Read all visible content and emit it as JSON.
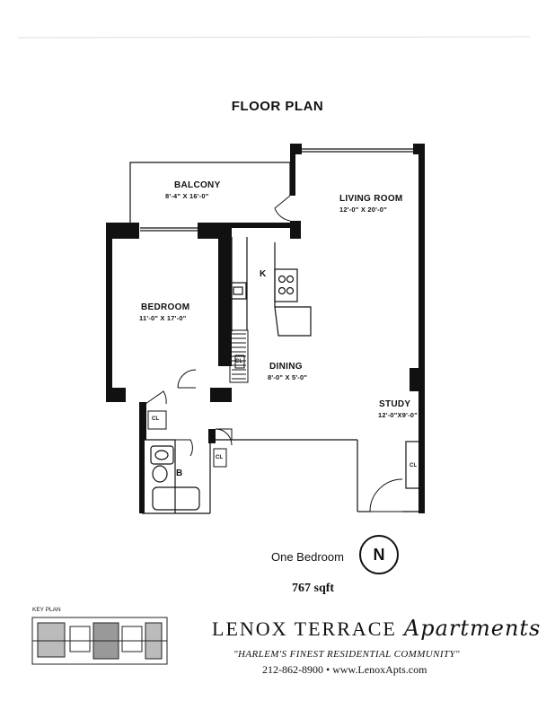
{
  "title": "FLOOR PLAN",
  "rooms": {
    "balcony": {
      "name": "BALCONY",
      "dims": "8'-4\" X 16'-0\""
    },
    "living": {
      "name": "LIVING ROOM",
      "dims": "12'-0\" X 20'-0\""
    },
    "kitchen": {
      "name": "K"
    },
    "bedroom": {
      "name": "BEDROOM",
      "dims": "11'-0\" X 17'-0\""
    },
    "dining": {
      "name": "DINING",
      "dims": "8'-0\" X 5'-0\""
    },
    "study": {
      "name": "STUDY",
      "dims": "12'-0\"X9'-0\""
    },
    "bath": {
      "name": "B"
    },
    "closets": [
      "CL",
      "CL",
      "CL",
      "CL"
    ]
  },
  "unit": {
    "type": "One Bedroom",
    "letter": "N",
    "area": "767 sqft"
  },
  "keyplan_label": "KEY PLAN",
  "footer": {
    "brand": "LENOX TERRACE",
    "brand_script": "Apartments",
    "tagline": "\"HARLEM'S FINEST RESIDENTIAL COMMUNITY\"",
    "contact": "212-862-8900  •  www.LenoxApts.com"
  }
}
